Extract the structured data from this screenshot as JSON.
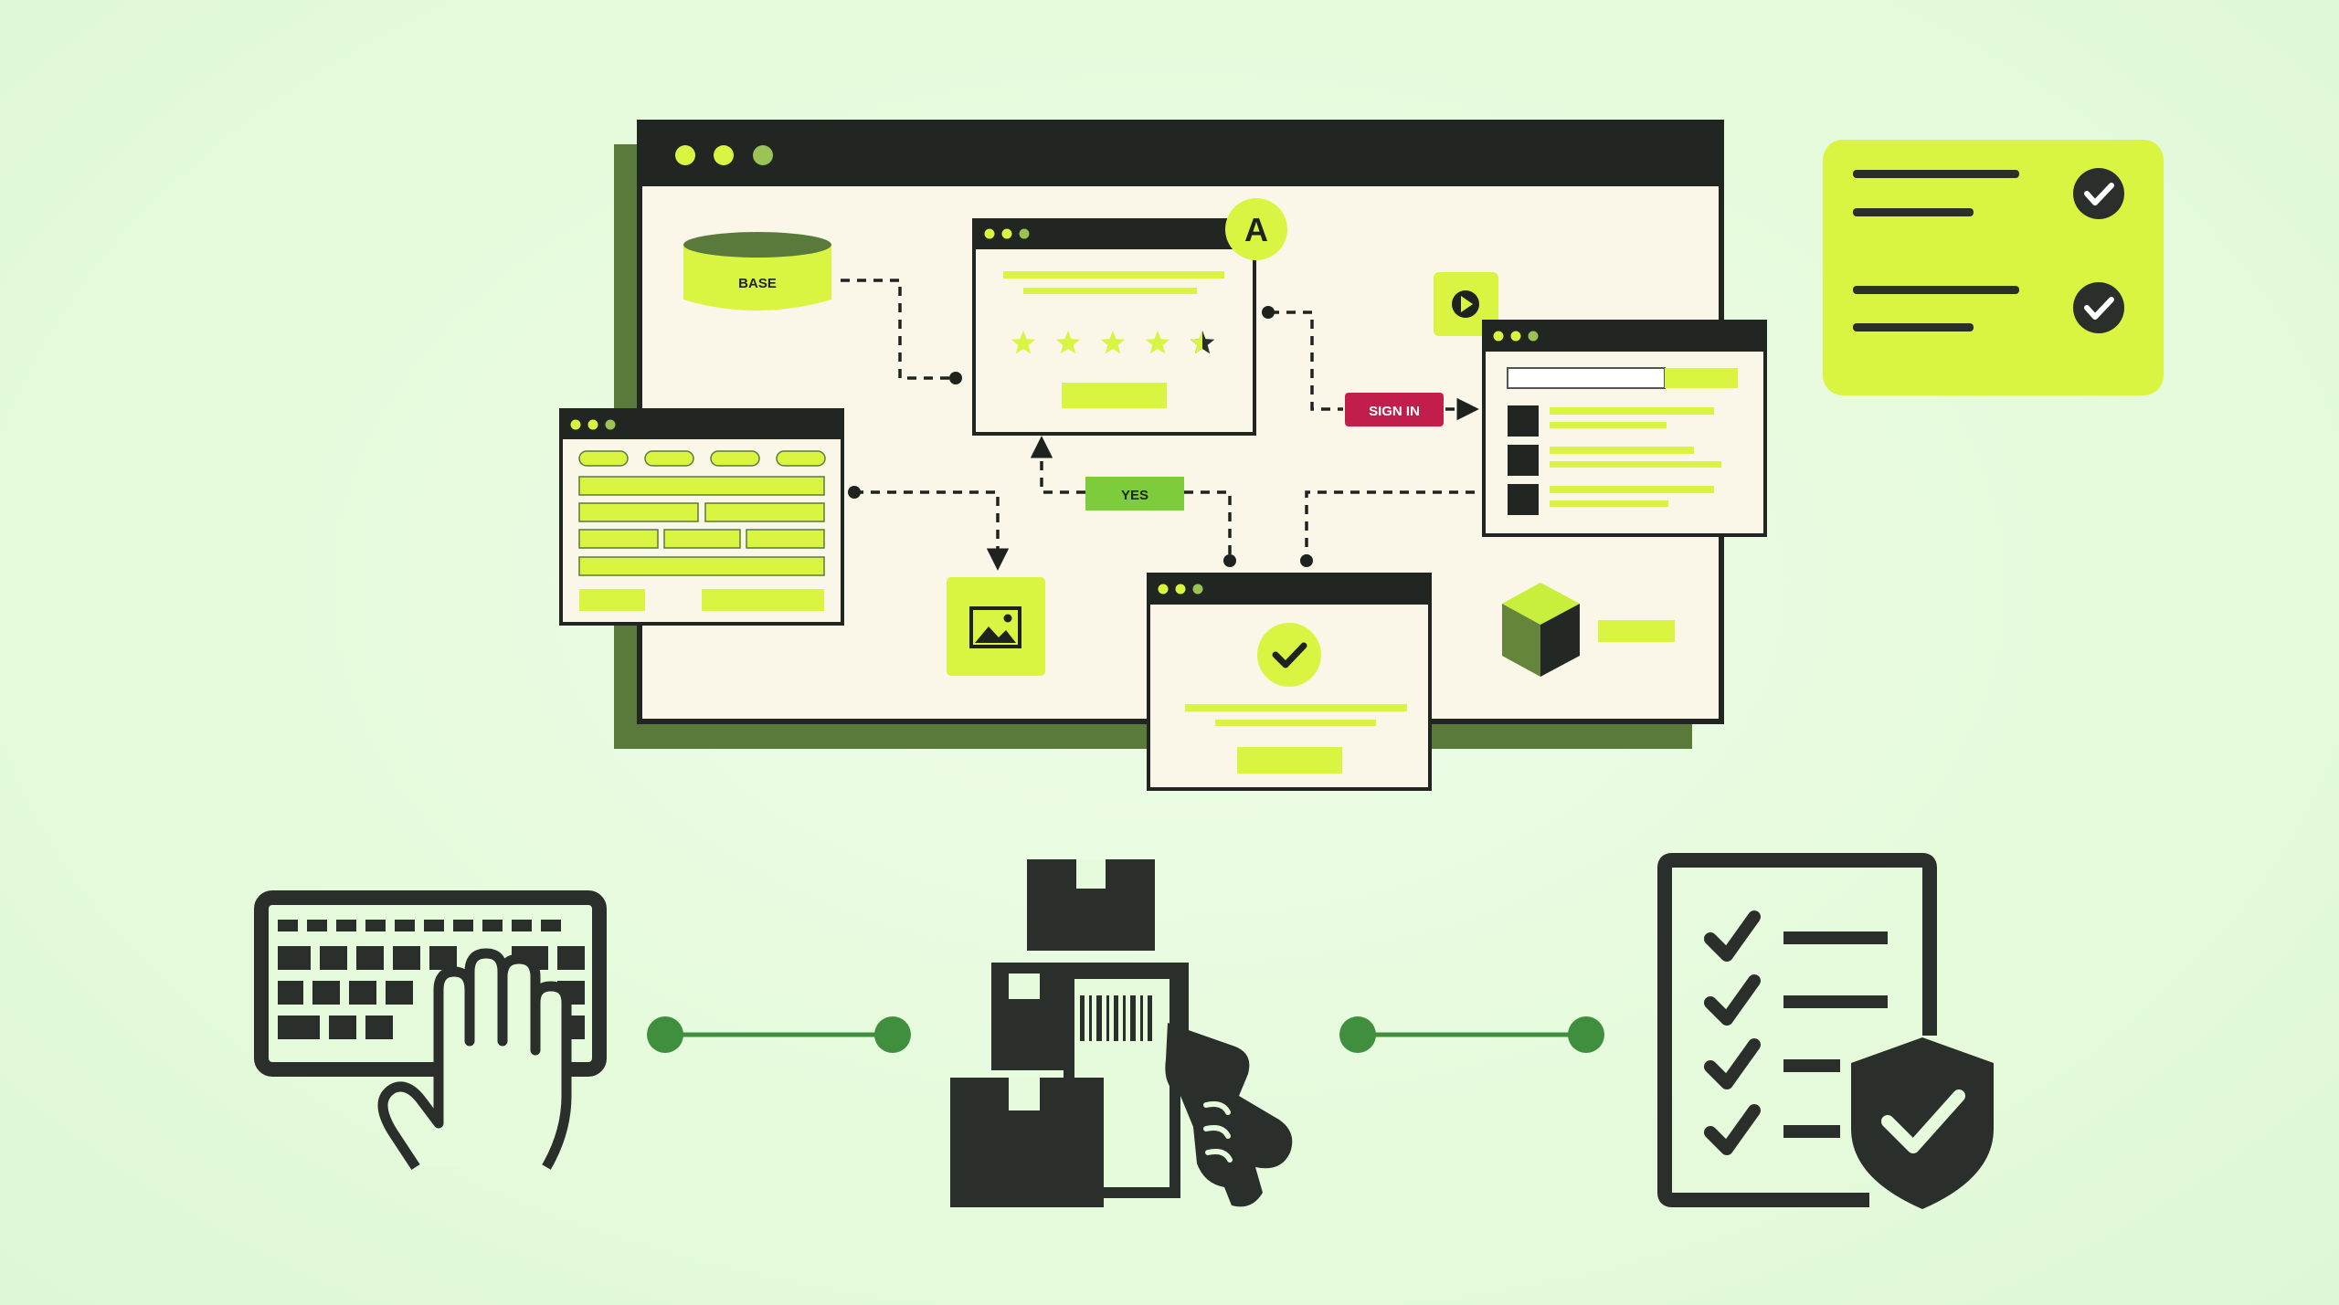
{
  "diagram": {
    "database": {
      "label": "BASE"
    },
    "avatar": {
      "letter": "A"
    },
    "sign_in": {
      "label": "SIGN IN"
    },
    "yes": {
      "label": "YES"
    },
    "rating": {
      "stars_filled": 4.5,
      "stars_total": 5
    },
    "checklist_card": {
      "items_checked": 2
    }
  },
  "workflow": {
    "steps": [
      {
        "icon": "keyboard-typing-icon"
      },
      {
        "icon": "barcode-scanner-packages-icon"
      },
      {
        "icon": "checklist-shield-icon"
      }
    ]
  },
  "colors": {
    "background": "#e6fbdc",
    "accent_lime": "#d9f542",
    "dark": "#2b2f2c",
    "panel": "#faf7e8",
    "shadow_green": "#5a7a3c",
    "sign_in_red": "#c21e4b",
    "yes_green": "#7ccc3c",
    "connector_green": "#3f8f3f"
  }
}
